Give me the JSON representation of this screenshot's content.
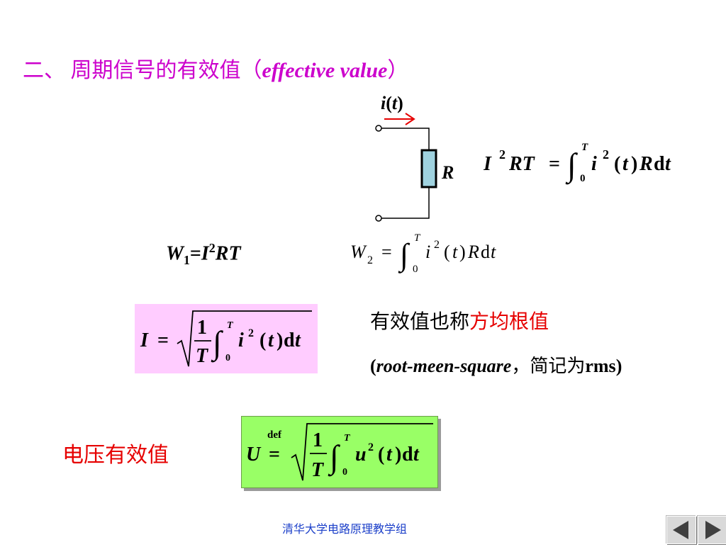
{
  "title": {
    "zh": "二、 周期信号的有效值（",
    "en": "effective value",
    "close": "）"
  },
  "circuit": {
    "current_i": "i",
    "current_open": "(",
    "current_t": "t",
    "current_close": ")",
    "resistor_label": "R"
  },
  "eq_energy": {
    "lhs_I": "I",
    "lhs_exp": "2",
    "lhs_RT": "RT",
    "eq": "=",
    "int_upper": "T",
    "int_lower": "0",
    "i": "i",
    "i_exp": "2",
    "open": "(",
    "t": "t",
    "close": ")",
    "R": "R",
    "d": "d",
    "dt": "t"
  },
  "eq_w1": {
    "W": "W",
    "sub": "1",
    "eq": "=",
    "I": "I",
    "exp": "2",
    "RT": "RT"
  },
  "eq_w2": {
    "W": "W",
    "sub": "2",
    "eq": "=",
    "int_upper": "T",
    "int_lower": "0",
    "i": "i",
    "i_exp": "2",
    "open": "(",
    "t": "t",
    "close": ")",
    "R": "R",
    "d": "d",
    "dt": "t"
  },
  "eq_rms_current": {
    "lhs": "I",
    "eq": "=",
    "num": "1",
    "den": "T",
    "int_upper": "T",
    "int_lower": "0",
    "i": "i",
    "i_exp": "2",
    "open": "(",
    "t": "t",
    "close": ")",
    "d": "d",
    "dt": "t"
  },
  "note": {
    "line1_black": "有效值也称",
    "line1_red": "方均根值",
    "line2_open": "(",
    "line2_italic": "root-meen-square",
    "line2_zh": "，简记为",
    "line2_rms": "rms",
    "line2_close": ")"
  },
  "voltage_label": "电压有效值",
  "eq_rms_voltage": {
    "lhs": "U",
    "def": "def",
    "eq": "=",
    "num": "1",
    "den": "T",
    "int_upper": "T",
    "int_lower": "0",
    "u": "u",
    "u_exp": "2",
    "open": "(",
    "t": "t",
    "close": ")",
    "d": "d",
    "dt": "t"
  },
  "footer": "清华大学电路原理教学组",
  "colors": {
    "title": "#cc00cc",
    "red": "#e60000",
    "pink_box": "#ffccff",
    "green_box": "#99ff66",
    "footer": "#1b3fc9"
  }
}
